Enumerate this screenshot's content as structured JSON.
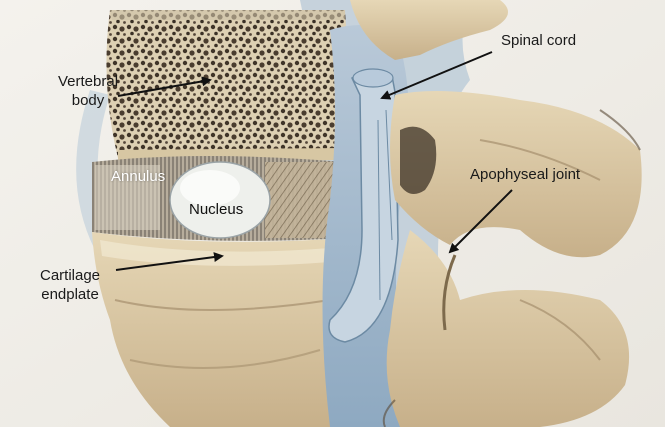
{
  "labels": {
    "vertebral_body": [
      "Vertebral",
      "body"
    ],
    "spinal_cord": "Spinal cord",
    "annulus": "Annulus",
    "nucleus": "Nucleus",
    "apophyseal_joint": "Apophyseal joint",
    "cartilage_endplate": [
      "Cartilage",
      "endplate"
    ]
  },
  "colors": {
    "background": "#f3f1ec",
    "bone": "#d8c49c",
    "bone_shadow": "#a8926a",
    "tissue_blue": "#9fb7cc",
    "disc_fiber": "#8f8a80",
    "nucleus": "#eef0ec",
    "arrow": "#111111"
  }
}
